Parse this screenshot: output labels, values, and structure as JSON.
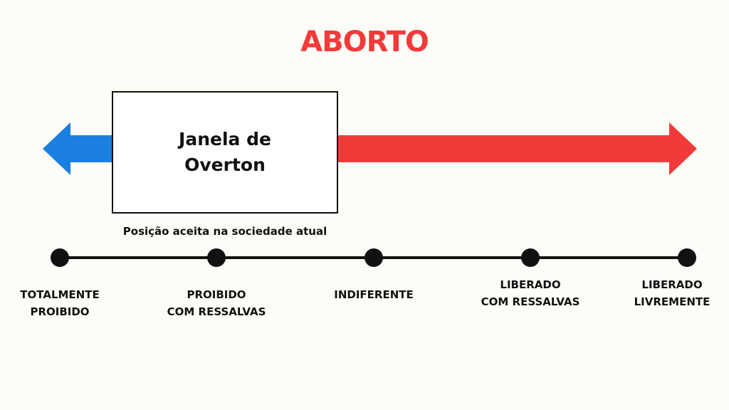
{
  "title": "ABORTO",
  "window": {
    "label": "Janela de\nOverton",
    "caption": "Posição aceita na sociedade atual"
  },
  "colors": {
    "title": "#f23a3a",
    "left_arrow": "#1a7fe0",
    "right_arrow": "#f23a3a",
    "background": "#fdfcf7"
  },
  "scale": {
    "positions": [
      "TOTALMENTE\nPROIBIDO",
      "PROIBIDO\nCOM RESSALVAS",
      "INDIFERENTE",
      "LIBERADO\nCOM RESSALVAS",
      "LIBERADO\nLIVREMENTE"
    ]
  }
}
